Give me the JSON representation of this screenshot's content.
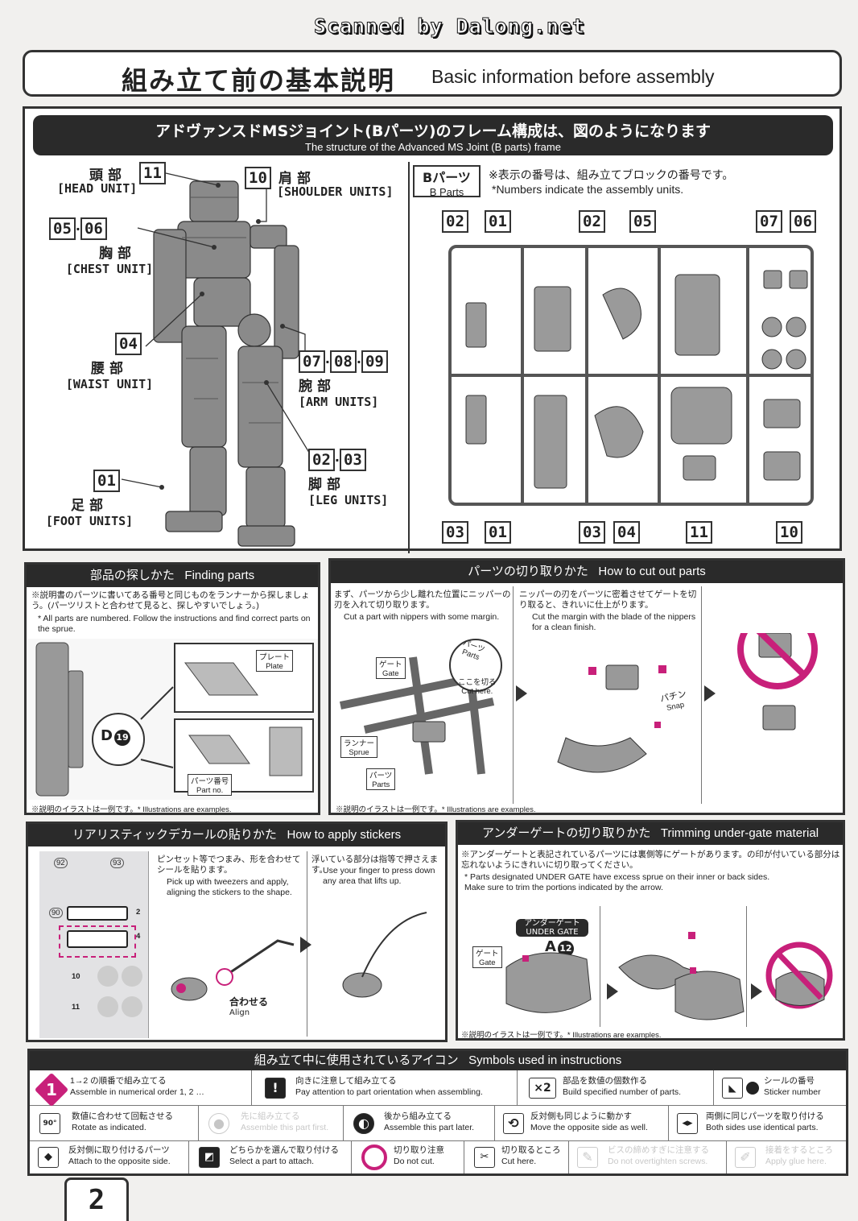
{
  "scan_credit": "Scanned by Dalong.net",
  "header": {
    "title_jp": "組み立て前の基本説明",
    "title_en": "Basic information before assembly"
  },
  "frame": {
    "title_jp": "アドヴァンスドMSジョイント(Bパーツ)のフレーム構成は、図のようになります",
    "title_en": "The structure of the Advanced MS Joint (B parts) frame",
    "units": {
      "head": {
        "num": "11",
        "jp": "頭部",
        "en": "[HEAD UNIT]"
      },
      "chest": {
        "num1": "05",
        "num2": "06",
        "jp": "胸部",
        "en": "[CHEST UNIT]"
      },
      "waist": {
        "num": "04",
        "jp": "腰部",
        "en": "[WAIST UNIT]"
      },
      "foot": {
        "num": "01",
        "jp": "足部",
        "en": "[FOOT UNITS]"
      },
      "shoulder": {
        "num": "10",
        "jp": "肩部",
        "en": "[SHOULDER UNITS]"
      },
      "arm": {
        "num1": "07",
        "num2": "08",
        "num3": "09",
        "jp": "腕部",
        "en": "[ARM UNITS]"
      },
      "leg": {
        "num1": "02",
        "num2": "03",
        "jp": "脚部",
        "en": "[LEG UNITS]"
      }
    },
    "bparts": {
      "label_jp": "Bパーツ",
      "label_en": "B Parts",
      "note_jp": "※表示の番号は、組み立てブロックの番号です。",
      "note_en": "*Numbers indicate the assembly units."
    },
    "sprue_top": [
      "02",
      "01",
      "02",
      "05",
      "07",
      "06"
    ],
    "sprue_bottom": [
      "03",
      "01",
      "03",
      "04",
      "11",
      "10"
    ]
  },
  "finding": {
    "title_jp": "部品の探しかた",
    "title_en": "Finding parts",
    "note_jp": "※説明書のパーツに書いてある番号と同じものをランナーから探しましょう。(パーツリストと合わせて見ると、探しやすいでしょう。)",
    "note_en": "* All parts are numbered. Follow the instructions and find correct parts on the sprue.",
    "plate_jp": "プレート",
    "plate_en": "Plate",
    "partno_jp": "パーツ番号",
    "partno_en": "Part no.",
    "callout": "D",
    "callout_num": "19",
    "footnote": "※説明のイラストは一例です。* Illustrations are examples."
  },
  "cutting": {
    "title_jp": "パーツの切り取りかた",
    "title_en": "How to cut out parts",
    "step1_jp": "まず、パーツから少し離れた位置にニッパーの刃を入れて切り取ります。",
    "step1_en": "Cut a part with nippers with some margin.",
    "step2_jp": "ニッパーの刃をパーツに密着させてゲートを切り取ると、きれいに仕上がります。",
    "step2_en": "Cut the margin with the blade of the nippers for a clean finish.",
    "gate_jp": "ゲート",
    "gate_en": "Gate",
    "parts_jp": "パーツ",
    "parts_en": "Parts",
    "cut_jp": "ここを切る",
    "cut_en": "Cut here.",
    "runner_jp": "ランナー",
    "runner_en": "Sprue",
    "snap_jp": "パチン",
    "snap_en": "Snap",
    "footnote": "※説明のイラストは一例です。* Illustrations are examples."
  },
  "stickers": {
    "title_jp": "リアリスティックデカールの貼りかた",
    "title_en": "How to apply stickers",
    "step1_jp": "ピンセット等でつまみ、形を合わせてシールを貼ります。",
    "step1_en": "Pick up with tweezers and apply, aligning the stickers to the shape.",
    "step2_jp": "浮いている部分は指等で押さえます。",
    "step2_en": "Use your finger to press down any area that lifts up.",
    "align_jp": "合わせる",
    "align_en": "Align",
    "sheet_nums": [
      "92",
      "93",
      "90",
      "2",
      "4",
      "10",
      "11"
    ]
  },
  "undergate": {
    "title_jp": "アンダーゲートの切り取りかた",
    "title_en": "Trimming under-gate material",
    "note1_jp": "※アンダーゲートと表記されているパーツには裏側等にゲートがあります。の印が付いている部分は忘れないようにきれいに切り取ってください。",
    "note1_en": "* Parts designated UNDER GATE have excess sprue on their inner or back sides. Make sure to trim the portions indicated by the arrow.",
    "badge_jp": "アンダーゲート",
    "badge_en": "UNDER GATE",
    "part_label": "A",
    "part_num": "12",
    "gate_jp": "ゲート",
    "gate_en": "Gate",
    "footnote": "※説明のイラストは一例です。* Illustrations are examples."
  },
  "symbols": {
    "title_jp": "組み立て中に使用されているアイコン",
    "title_en": "Symbols used in instructions",
    "rows": [
      [
        {
          "jp": "1→2 の順番で組み立てる",
          "en": "Assemble in numerical order 1, 2 …",
          "icon": "numbered-order-icon"
        },
        {
          "jp": "向きに注意して組み立てる",
          "en": "Pay attention to part orientation when assembling.",
          "icon": "exclamation-icon"
        },
        {
          "jp": "部品を数値の個数作る",
          "en": "Build specified number of parts.",
          "icon": "multiply-x2-icon"
        },
        {
          "jp": "シールの番号",
          "en": "Sticker number",
          "icon": "sticker-icon"
        }
      ],
      [
        {
          "jp": "数値に合わせて回転させる",
          "en": "Rotate as indicated.",
          "icon": "rotate-90-icon"
        },
        {
          "jp": "先に組み立てる",
          "en": "Assemble this part first.",
          "icon": "assemble-first-icon",
          "faded": true
        },
        {
          "jp": "後から組み立てる",
          "en": "Assemble this part later.",
          "icon": "assemble-later-icon"
        },
        {
          "jp": "反対側も同じように動かす",
          "en": "Move the opposite side as well.",
          "icon": "move-opposite-icon"
        },
        {
          "jp": "両側に同じパーツを取り付ける",
          "en": "Both sides use identical parts.",
          "icon": "both-sides-icon"
        }
      ],
      [
        {
          "jp": "反対側に取り付けるパーツ",
          "en": "Attach to the opposite side.",
          "icon": "opposite-side-icon"
        },
        {
          "jp": "どちらかを選んで取り付ける",
          "en": "Select a part to attach.",
          "icon": "select-part-icon"
        },
        {
          "jp": "切り取り注意",
          "en": "Do not cut.",
          "icon": "do-not-cut-icon"
        },
        {
          "jp": "切り取るところ",
          "en": "Cut here.",
          "icon": "cut-here-icon"
        },
        {
          "jp": "ビスの締めすぎに注意する",
          "en": "Do not overtighten screws.",
          "icon": "screw-icon",
          "faded": true
        },
        {
          "jp": "接着をするところ",
          "en": "Apply glue here.",
          "icon": "glue-icon",
          "faded": true
        }
      ]
    ],
    "order_num1": "1",
    "order_num2": "2",
    "times_label": "×2",
    "rotate_label": "90°"
  },
  "page_number": "2",
  "colors": {
    "accent": "#c8207a",
    "dark": "#2a2a2a"
  }
}
